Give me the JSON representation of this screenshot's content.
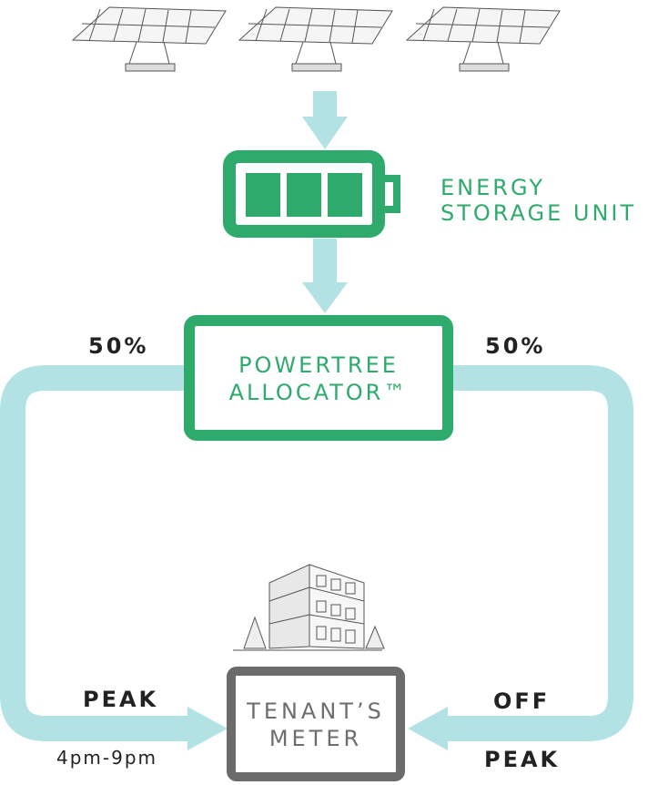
{
  "colors": {
    "green": "#2eaa6d",
    "flow": "#b3e2e5",
    "meter_border": "#6b6b6b",
    "text_dark": "#222222",
    "text_gray": "#6d6d6d"
  },
  "icons": {
    "solar_panel": "solar-panel-icon",
    "battery": "battery-icon",
    "building": "building-icon"
  },
  "storage": {
    "label_line1": "ENERGY",
    "label_line2": "STORAGE UNIT",
    "charge_fraction": 1.0
  },
  "allocator": {
    "line1": "POWERTREE",
    "line2": "ALLOCATOR™"
  },
  "split": {
    "left_percent": "50%",
    "right_percent": "50%"
  },
  "meter": {
    "line1": "TENANT’S",
    "line2": "METER"
  },
  "peak": {
    "label": "PEAK",
    "time": "4pm-9pm"
  },
  "off_peak": {
    "line1": "OFF",
    "line2": "PEAK"
  }
}
